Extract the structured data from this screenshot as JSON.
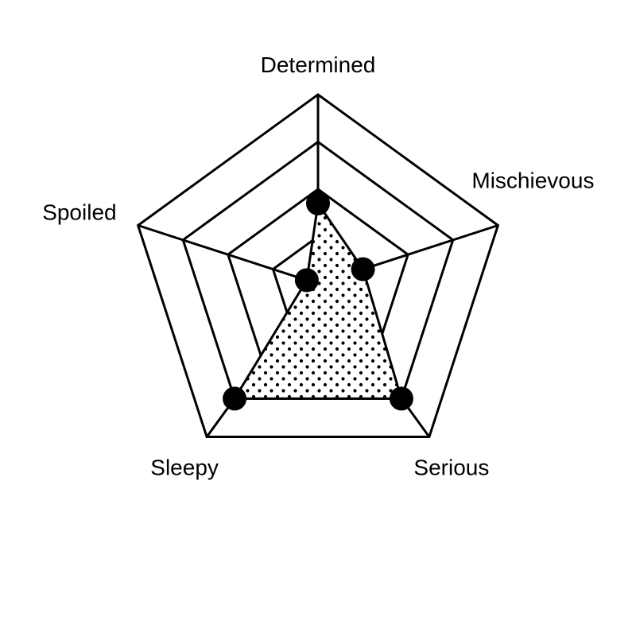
{
  "chart_data": {
    "type": "radar",
    "title": "",
    "axes": [
      "Determined",
      "Mischievous",
      "Serious",
      "Sleepy",
      "Spoiled"
    ],
    "range": [
      0,
      4
    ],
    "rings": [
      1,
      2,
      3,
      4
    ],
    "grid": true,
    "legend": "none",
    "series": [
      {
        "values": [
          1.7,
          1.0,
          3.0,
          3.0,
          0.25
        ],
        "fill_pattern": "dots",
        "marker": "filled-circle"
      }
    ],
    "colors": {
      "line": "#000000",
      "background": "#ffffff",
      "marker": "#000000"
    }
  }
}
